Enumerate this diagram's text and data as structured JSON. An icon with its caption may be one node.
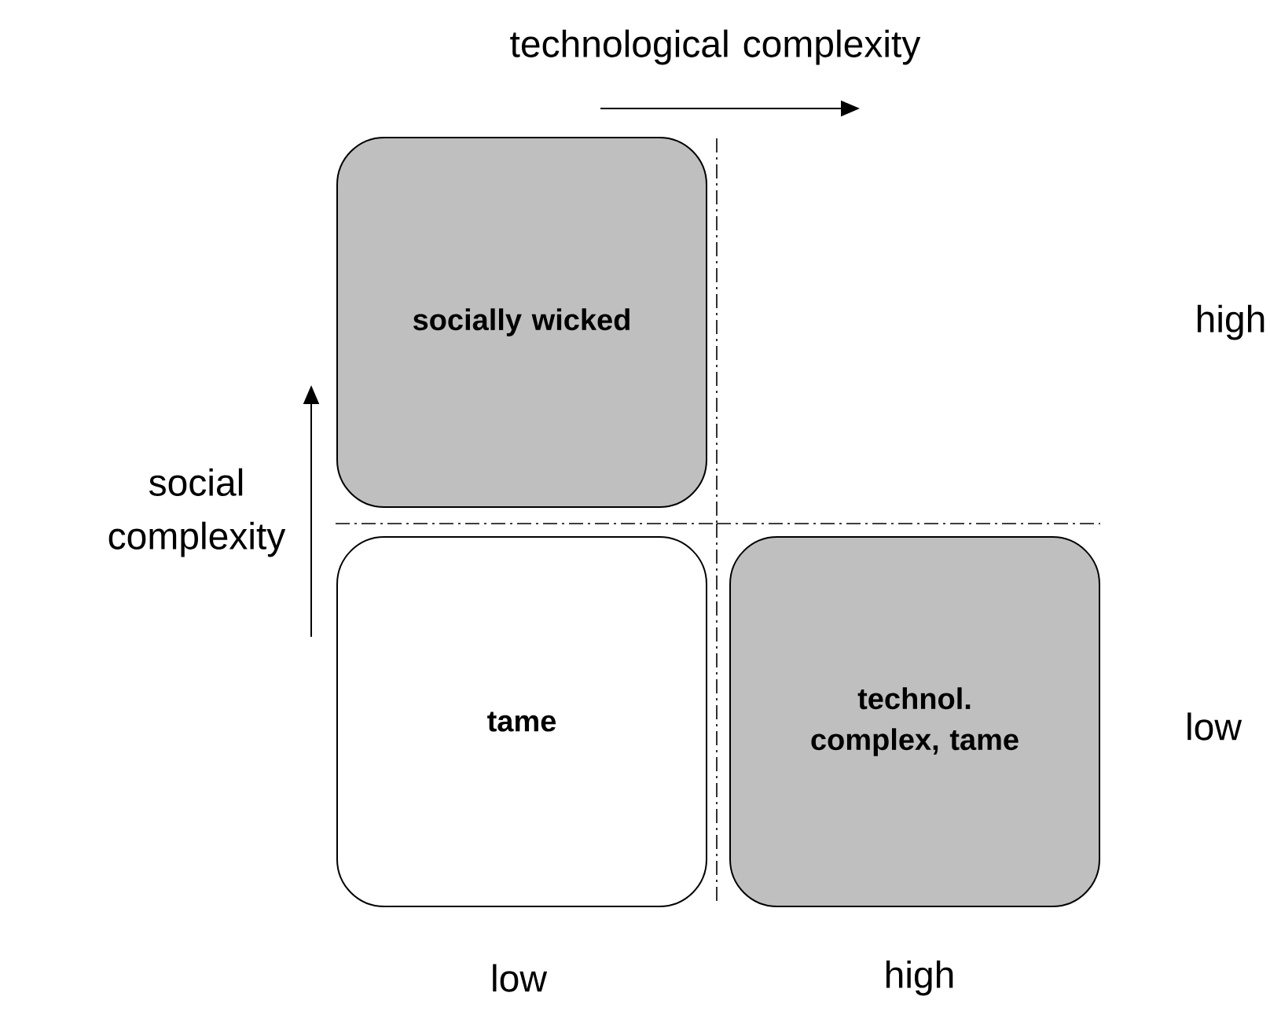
{
  "diagram": {
    "nodes": [
      {
        "text": [
          "socially wicked"
        ]
      },
      {
        "text": [
          "tame"
        ]
      },
      {
        "text": [
          "technol. complex, tame"
        ]
      }
    ],
    "labels": [
      "technological complexity",
      "high",
      "social complexity",
      "low",
      "low",
      "high"
    ]
  }
}
